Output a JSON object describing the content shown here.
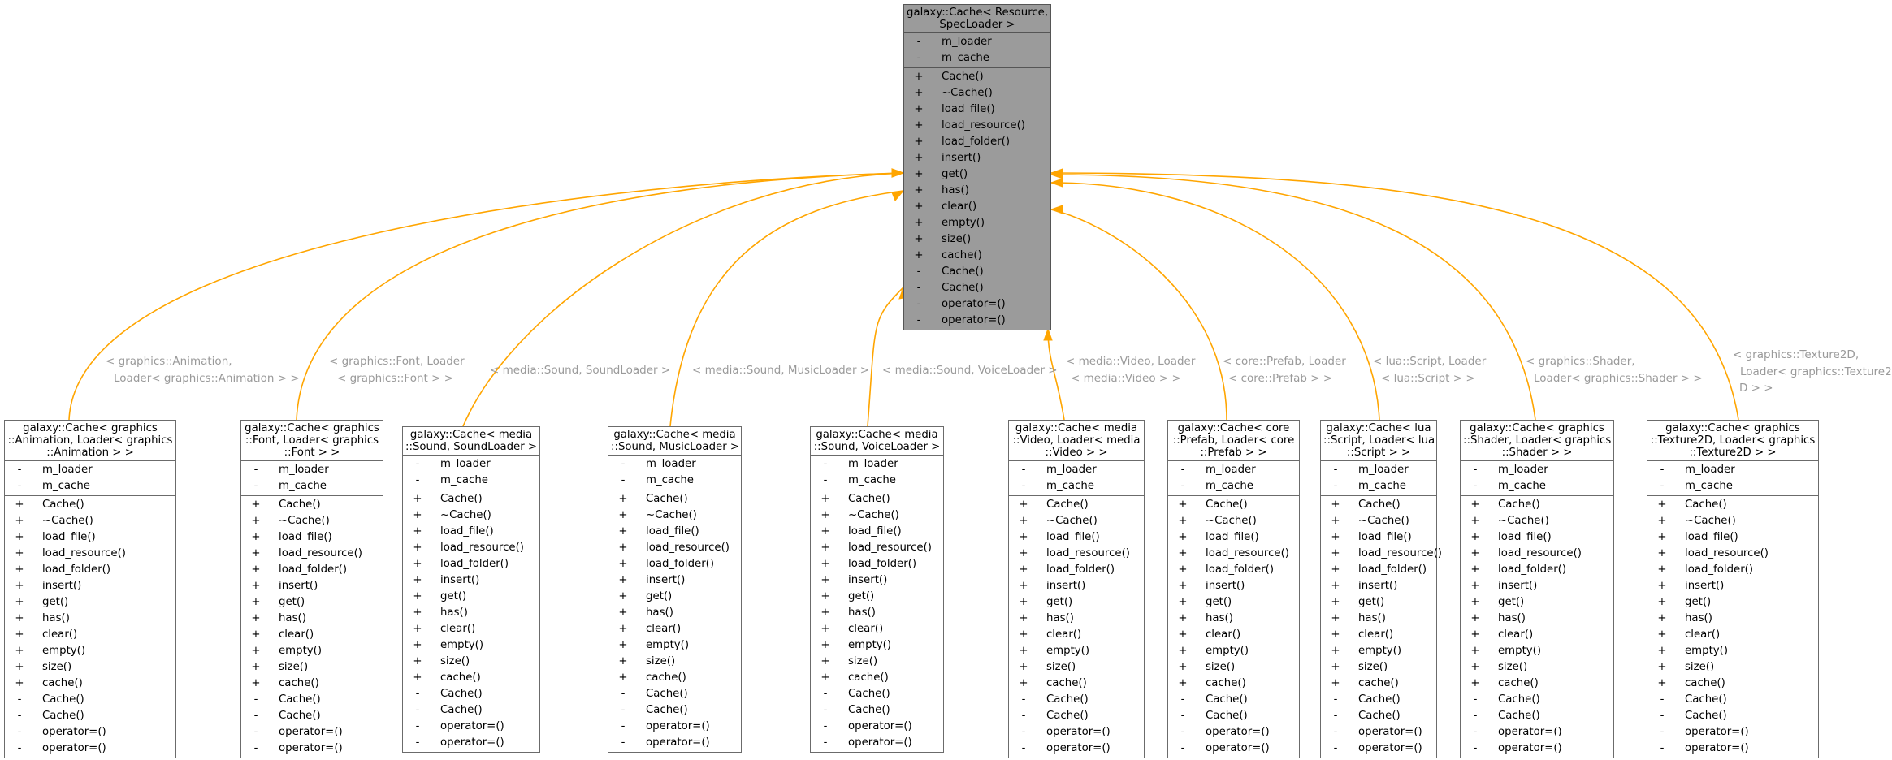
{
  "colors": {
    "arrow": "#ffa500",
    "base_fill": "#9b9b9b",
    "box_border": "#6b6b6b",
    "edge_label": "#9a9a9a"
  },
  "base": {
    "title": [
      "galaxy::Cache< Resource,",
      "SpecLoader >"
    ],
    "attributes": [
      {
        "vis": "-",
        "name": "m_loader"
      },
      {
        "vis": "-",
        "name": "m_cache"
      }
    ],
    "methods": [
      {
        "vis": "+",
        "name": "Cache()"
      },
      {
        "vis": "+",
        "name": "~Cache()"
      },
      {
        "vis": "+",
        "name": "load_file()"
      },
      {
        "vis": "+",
        "name": "load_resource()"
      },
      {
        "vis": "+",
        "name": "load_folder()"
      },
      {
        "vis": "+",
        "name": "insert()"
      },
      {
        "vis": "+",
        "name": "get()"
      },
      {
        "vis": "+",
        "name": "has()"
      },
      {
        "vis": "+",
        "name": "clear()"
      },
      {
        "vis": "+",
        "name": "empty()"
      },
      {
        "vis": "+",
        "name": "size()"
      },
      {
        "vis": "+",
        "name": "cache()"
      },
      {
        "vis": "-",
        "name": "Cache()"
      },
      {
        "vis": "-",
        "name": "Cache()"
      },
      {
        "vis": "-",
        "name": "operator=()"
      },
      {
        "vis": "-",
        "name": "operator=()"
      }
    ]
  },
  "derived": [
    {
      "title": [
        "galaxy::Cache< graphics",
        "::Animation, Loader< graphics",
        "::Animation > >"
      ],
      "edge_label": [
        "< graphics::Animation,",
        "Loader< graphics::Animation > >"
      ]
    },
    {
      "title": [
        "galaxy::Cache< graphics",
        "::Font, Loader< graphics",
        "::Font > >"
      ],
      "edge_label": [
        "< graphics::Font, Loader",
        "< graphics::Font > >"
      ]
    },
    {
      "title": [
        "galaxy::Cache< media",
        "::Sound, SoundLoader >"
      ],
      "edge_label": [
        "< media::Sound, SoundLoader >"
      ]
    },
    {
      "title": [
        "galaxy::Cache< media",
        "::Sound, MusicLoader >"
      ],
      "edge_label": [
        "< media::Sound, MusicLoader >"
      ]
    },
    {
      "title": [
        "galaxy::Cache< media",
        "::Sound, VoiceLoader >"
      ],
      "edge_label": [
        "< media::Sound, VoiceLoader >"
      ]
    },
    {
      "title": [
        "galaxy::Cache< media",
        "::Video, Loader< media",
        "::Video > >"
      ],
      "edge_label": [
        "< media::Video, Loader",
        "< media::Video > >"
      ]
    },
    {
      "title": [
        "galaxy::Cache< core",
        "::Prefab, Loader< core",
        "::Prefab > >"
      ],
      "edge_label": [
        "< core::Prefab, Loader",
        "< core::Prefab > >"
      ]
    },
    {
      "title": [
        "galaxy::Cache< lua",
        "::Script, Loader< lua",
        "::Script > >"
      ],
      "edge_label": [
        "< lua::Script, Loader",
        "< lua::Script > >"
      ]
    },
    {
      "title": [
        "galaxy::Cache< graphics",
        "::Shader, Loader< graphics",
        "::Shader > >"
      ],
      "edge_label": [
        "< graphics::Shader,",
        "Loader< graphics::Shader > >"
      ]
    },
    {
      "title": [
        "galaxy::Cache< graphics",
        "::Texture2D, Loader< graphics",
        "::Texture2D > >"
      ],
      "edge_label": [
        "< graphics::Texture2D,",
        "Loader< graphics::Texture2",
        "D > >"
      ]
    }
  ]
}
